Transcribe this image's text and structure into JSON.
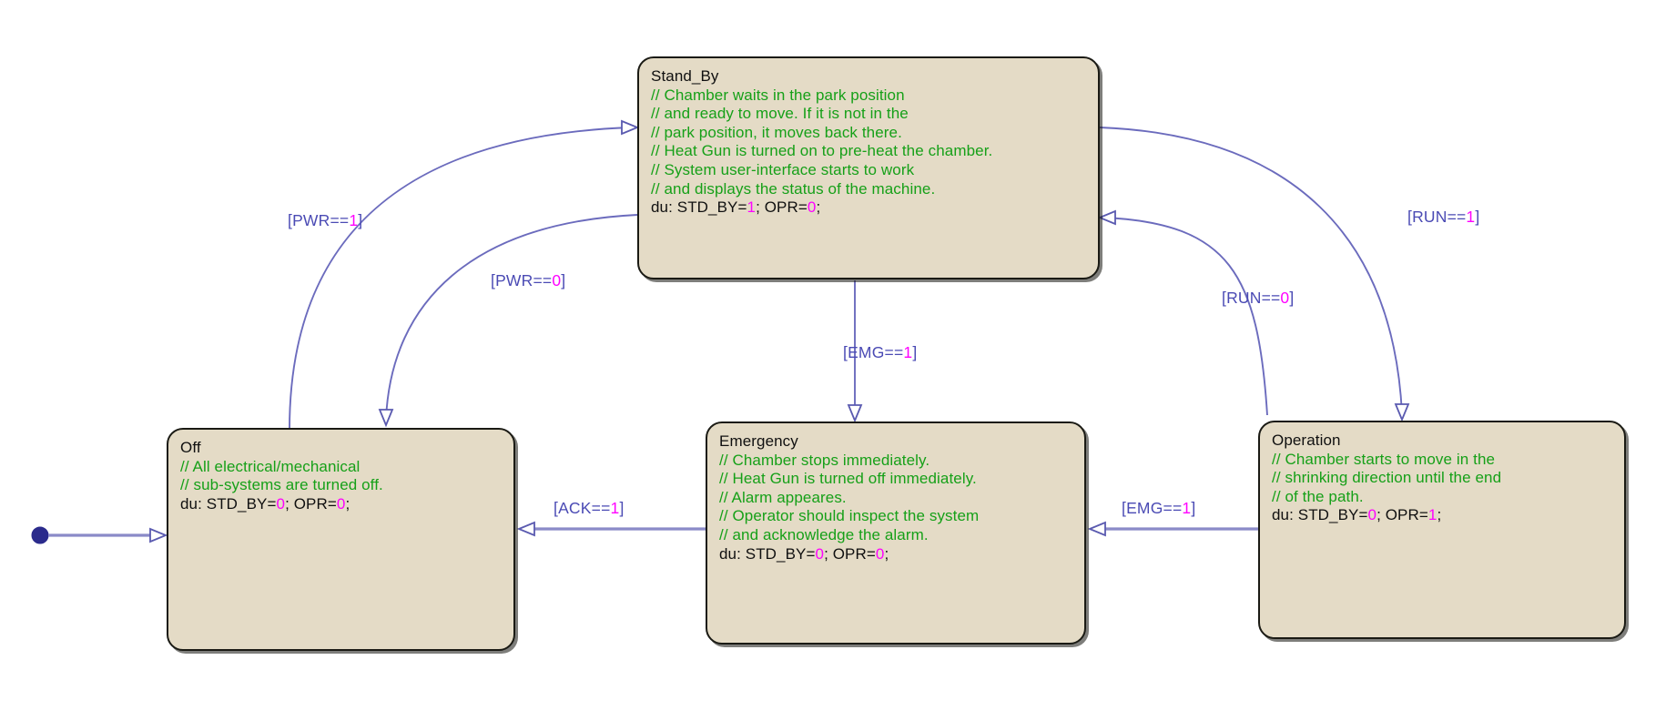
{
  "diagram": {
    "type": "stateflow-state-machine",
    "background": "#ffffff",
    "state_fill": "#e4dbc6",
    "state_border": "#1a1a14",
    "comment_color": "#16a018",
    "label_color": "#4a4ab4",
    "value_color": "#ff00ff",
    "arrow_color": "#6b6bbd"
  },
  "states": [
    {
      "id": "stand_by",
      "name": "Stand_By",
      "comments": [
        "// Chamber waits in the park position",
        "// and ready to move. If it is not in the",
        "// park position, it moves back there.",
        "// Heat Gun is turned on to pre-heat the chamber.",
        "// System user-interface starts to work",
        "// and displays the status of the machine."
      ],
      "action_prefix": "du: STD_BY=",
      "action_v1": "1",
      "action_mid": "; OPR=",
      "action_v2": "0",
      "action_suffix": ";"
    },
    {
      "id": "off",
      "name": "Off",
      "comments": [
        "// All electrical/mechanical",
        "// sub-systems are turned off."
      ],
      "action_prefix": "du: STD_BY=",
      "action_v1": "0",
      "action_mid": "; OPR=",
      "action_v2": "0",
      "action_suffix": ";"
    },
    {
      "id": "emergency",
      "name": "Emergency",
      "comments": [
        "// Chamber stops immediately.",
        "// Heat Gun is turned off immediately.",
        "// Alarm appeares.",
        "// Operator should inspect the system",
        "// and acknowledge the alarm."
      ],
      "action_prefix": "du: STD_BY=",
      "action_v1": "0",
      "action_mid": "; OPR=",
      "action_v2": "0",
      "action_suffix": ";"
    },
    {
      "id": "operation",
      "name": "Operation",
      "comments": [
        "// Chamber starts to move in the",
        "// shrinking direction until the end",
        "// of the path."
      ],
      "action_prefix": "du: STD_BY=",
      "action_v1": "0",
      "action_mid": "; OPR=",
      "action_v2": "1",
      "action_suffix": ";"
    }
  ],
  "transitions": [
    {
      "id": "pwr1",
      "from": "Off",
      "to": "Stand_By",
      "open": "[",
      "var": "PWR==",
      "val": "1",
      "close": "]"
    },
    {
      "id": "pwr0",
      "from": "Stand_By",
      "to": "Off",
      "open": "[",
      "var": "PWR==",
      "val": "0",
      "close": "]"
    },
    {
      "id": "run1",
      "from": "Stand_By",
      "to": "Operation",
      "open": "[",
      "var": "RUN==",
      "val": "1",
      "close": "]"
    },
    {
      "id": "run0",
      "from": "Operation",
      "to": "Stand_By",
      "open": "[",
      "var": "RUN==",
      "val": "0",
      "close": "]"
    },
    {
      "id": "emg1a",
      "from": "Stand_By",
      "to": "Emergency",
      "open": "[",
      "var": "EMG==",
      "val": "1",
      "close": "]"
    },
    {
      "id": "emg1b",
      "from": "Operation",
      "to": "Emergency",
      "open": "[",
      "var": "EMG==",
      "val": "1",
      "close": "]"
    },
    {
      "id": "ack1",
      "from": "Emergency",
      "to": "Off",
      "open": "[",
      "var": "ACK==",
      "val": "1",
      "close": "]"
    }
  ],
  "default_transition": {
    "target": "Off",
    "marker": "filled-circle"
  }
}
